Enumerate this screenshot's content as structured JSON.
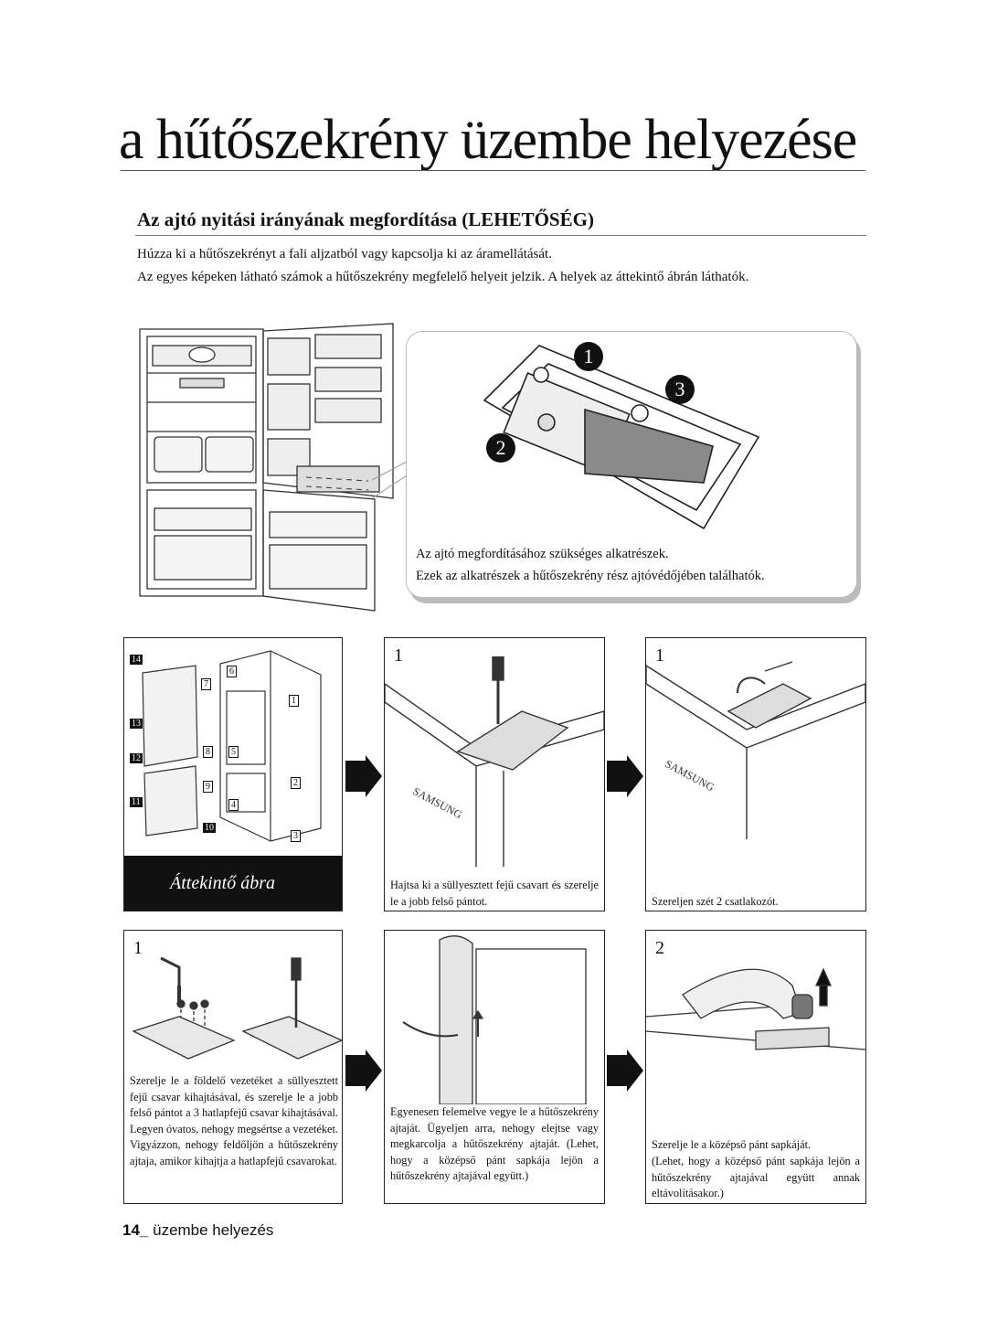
{
  "page": {
    "title": "a hűtőszekrény üzembe helyezése",
    "subtitle": "Az ajtó nyitási irányának megfordítása (LEHETŐSÉG)",
    "intro": [
      "Húzza ki a hűtőszekrényt a fali aljzatból vagy kapcsolja ki az áramellátását.",
      "Az egyes képeken látható számok a hűtőszekrény megfelelő helyeit jelzik. A helyek az áttekintő ábrán láthatók."
    ]
  },
  "parts_callout": {
    "markers": [
      "1",
      "2",
      "3"
    ],
    "caption": [
      "Az ajtó megfordításához szükséges alkatrészek.",
      "Ezek az alkatrészek a hűtőszekrény rész ajtóvédőjében találhatók."
    ]
  },
  "overview": {
    "label": "Áttekintő ábra",
    "markers": [
      "14",
      "6",
      "7",
      "1",
      "13",
      "12",
      "8",
      "5",
      "9",
      "2",
      "11",
      "4",
      "10",
      "3"
    ]
  },
  "steps": [
    {
      "number": "1",
      "brand": "SAMSUNG",
      "caption": "Hajtsa ki a süllyesztett fejű csavart és szerelje le a jobb felső pántot."
    },
    {
      "number": "1",
      "brand": "SAMSUNG",
      "caption": "Szereljen szét 2 csatlakozót."
    },
    {
      "number": "1",
      "caption": "Szerelje le a földelő vezetéket a süllyesztett fejű csavar kihajtásával, és szerelje le a jobb felső pántot a 3 hatlapfejű csavar kihajtásával. Legyen óvatos, nehogy megsértse a vezetéket. Vigyázzon, nehogy feldőljön a hűtőszekrény ajtaja, amikor kihajtja a hatlapfejű csavarokat."
    },
    {
      "number": "",
      "caption": "Egyenesen felemelve vegye le a hűtőszekrény ajtaját. Ügyeljen arra, nehogy elejtse vagy megkarcolja a hűtőszekrény ajtaját. (Lehet, hogy a középső pánt sapkája lejön a hűtőszekrény ajtajával együtt.)"
    },
    {
      "number": "2",
      "caption": "Szerelje le a középső pánt sapkáját.",
      "caption2": "(Lehet, hogy a középső pánt sapkája lejön a hűtőszekrény ajtajával együtt annak eltávolításakor.)"
    }
  ],
  "footer": {
    "page_number": "14_",
    "section": "üzembe helyezés"
  }
}
